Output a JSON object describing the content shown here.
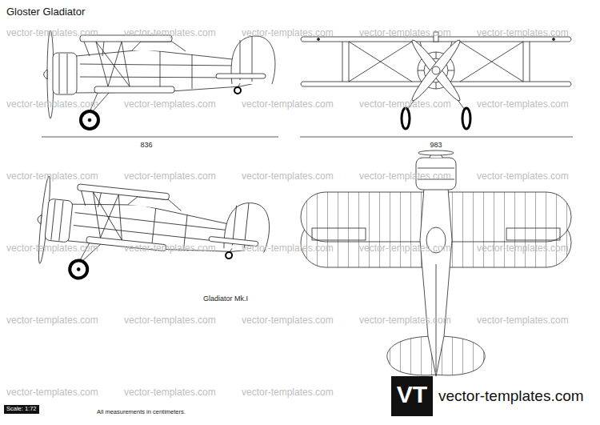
{
  "diagram": {
    "title": "Gloster Gladiator",
    "labels": [
      "836",
      "983",
      "Gladiator Mk.I",
      "Scale: 1:72",
      "All measurements in centimeters.",
      "VT",
      "vector-templates.com",
      "vector-templates.com",
      "vector-templates.com",
      "vector-templates.com",
      "vector-templates.com",
      "vector-templates.com",
      "vector-templates.com",
      "vector-templates.com",
      "vector-templates.com",
      "vector-templates.com",
      "vector-templates.com",
      "vector-templates.com",
      "vector-templates.com",
      "vector-templates.com",
      "vector-templates.com",
      "vector-templates.com",
      "vector-templates.com",
      "vector-templates.com",
      "vector-templates.com",
      "vector-templates.com",
      "vector-templates.com",
      "vector-templates.com",
      "vector-templates.com",
      "vector-templates.com",
      "vector-templates.com",
      "vector-templates.com",
      "vector-templates.com",
      "vector-templates.com",
      "vector-templates.com"
    ]
  }
}
